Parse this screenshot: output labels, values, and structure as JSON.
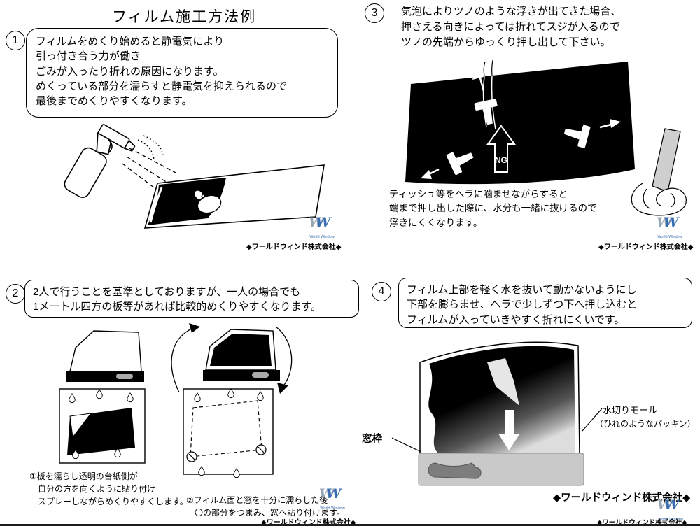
{
  "title": "フィルム施工方法例",
  "company_small": "◆ワールドウィンド株式会社◆",
  "company_large": "◆ワールドウィンド株式会社◆",
  "logo": {
    "w": "W",
    "sub": "World Window"
  },
  "step1": {
    "number": "1",
    "bubble_lines": [
      "フィルムをめくり始めると静電気により",
      "引っ付き合う力が働き",
      "ごみが入ったり折れの原因になります。",
      "めくっている部分を濡らすと静電気を抑えられるので",
      "最後までめくりやすくなります。"
    ]
  },
  "step2": {
    "number": "2",
    "bubble_lines": [
      "2人で行うことを基準としておりますが、一人の場合でも",
      "1メートル四方の板等があれば比較的めくりやすくなります。"
    ],
    "caption1_lines": [
      "①板を濡らし透明の台紙側が",
      "　自分の方を向くように貼り付け",
      "　スプレーしながらめくりやすくします。"
    ],
    "caption2_lines": [
      "②フィルム面と窓を十分に濡らした後",
      "　〇の部分をつまみ、窓へ貼り付けます。"
    ]
  },
  "step3": {
    "number": "3",
    "top_lines": [
      "気泡によりツノのような浮きが出てきた場合、",
      "押さえる向きによっては折れてスジが入るので",
      "ツノの先端からゆっくり押し出して下さい。"
    ],
    "ng_label": "NG",
    "bottom_lines": [
      "ティッシュ等をヘラに噛ませながらすると",
      "端まで押し出した際に、水分も一緒に抜けるので",
      "浮きにくくなります。"
    ]
  },
  "step4": {
    "number": "4",
    "bubble_lines": [
      "フィルム上部を軽く水を抜いて動かないようにし",
      "下部を膨らませ、ヘラで少しずつ下へ押し込むと",
      "フィルムが入っていきやすく折れにくいです。"
    ],
    "label_window_frame": "窓枠",
    "label_molding_1": "水切りモール",
    "label_molding_2": "（ひれのようなパッキン）"
  }
}
